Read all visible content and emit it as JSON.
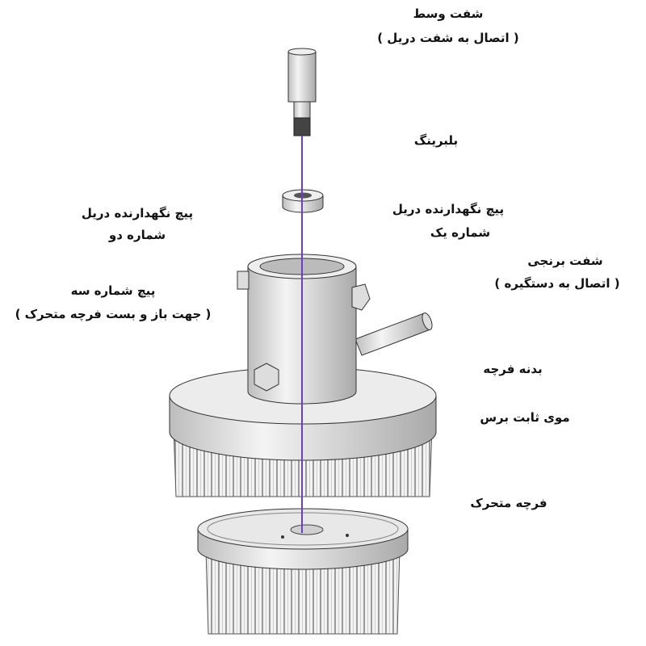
{
  "labels": {
    "middle_shaft": "شفت وسط",
    "middle_shaft_note": "( اتصال به شفت دریل )",
    "bearing": "بلبرینگ",
    "screw_two_title": "پیچ نگهدارنده دریل",
    "screw_two_number": "شماره دو",
    "screw_one_title": "پیچ نگهدارنده دریل",
    "screw_one_number": "شماره یک",
    "brass_shaft": "شفت برنجی",
    "brass_shaft_note": "( اتصال به دستگیره )",
    "screw_three": "پیچ شماره سه",
    "screw_three_note": "( جهت باز و بست فرچه متحرک )",
    "brush_body": "بدنه فرچه",
    "fixed_bristles": "موی ثابت برس",
    "moving_brush": "فرچه متحرک"
  },
  "colors": {
    "axis_line": "#6a3fd0",
    "metal": "#e6e6e6",
    "outline": "#333333"
  }
}
